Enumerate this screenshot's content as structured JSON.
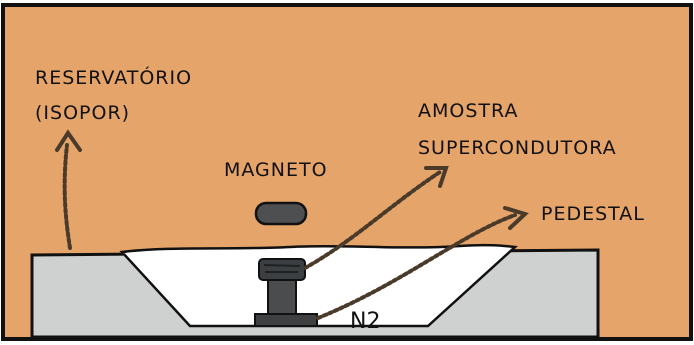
{
  "labels": {
    "reservatorio_line1": "RESERVATÓRIO",
    "reservatorio_line2": "(ISOPOR)",
    "magneto": "MAGNETO",
    "amostra_line1": "AMOSTRA",
    "amostra_line2": "SUPERCONDUTORA",
    "pedestal": "PEDESTAL",
    "n2": "N2"
  },
  "colors": {
    "background": "#e5a469",
    "container": "#cfd1d0",
    "outline": "#111111",
    "liquid": "#ffffff",
    "magnet": "#4d4f50",
    "sample": "#3c3f41",
    "pedestal": "#4a4c4e",
    "arrow": "#4a3a2a"
  }
}
